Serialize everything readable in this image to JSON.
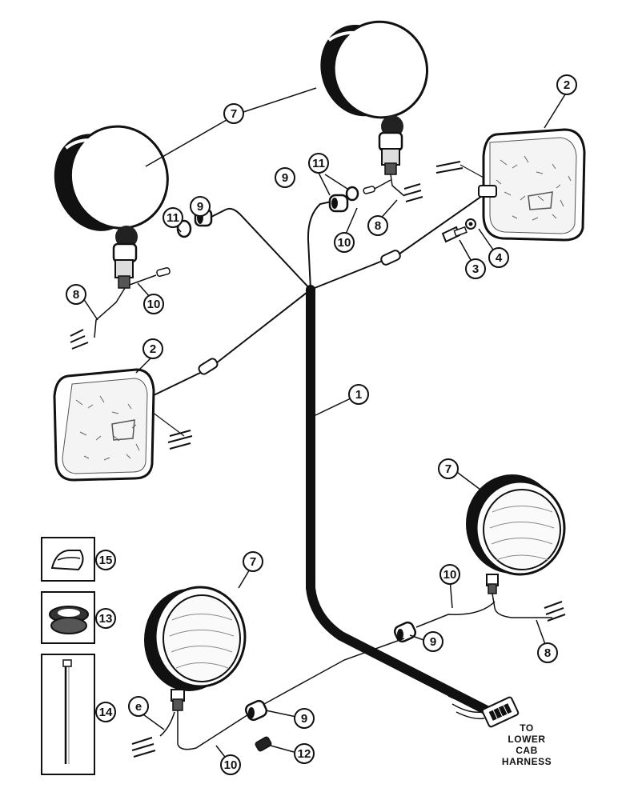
{
  "callouts": {
    "harness": "1",
    "lamp_rect": "2",
    "bolt": "3",
    "nut": "4",
    "work_lamp": "7",
    "ground_wire": "8",
    "grommet": "9",
    "connector_wire": "10",
    "o_ring": "11",
    "sleeve": "12",
    "grommet_inset": "13",
    "tie_strap": "14",
    "clip": "15"
  },
  "note": {
    "line1": "TO",
    "line2": "LOWER",
    "line3": "CAB",
    "line4": "HARNESS"
  }
}
